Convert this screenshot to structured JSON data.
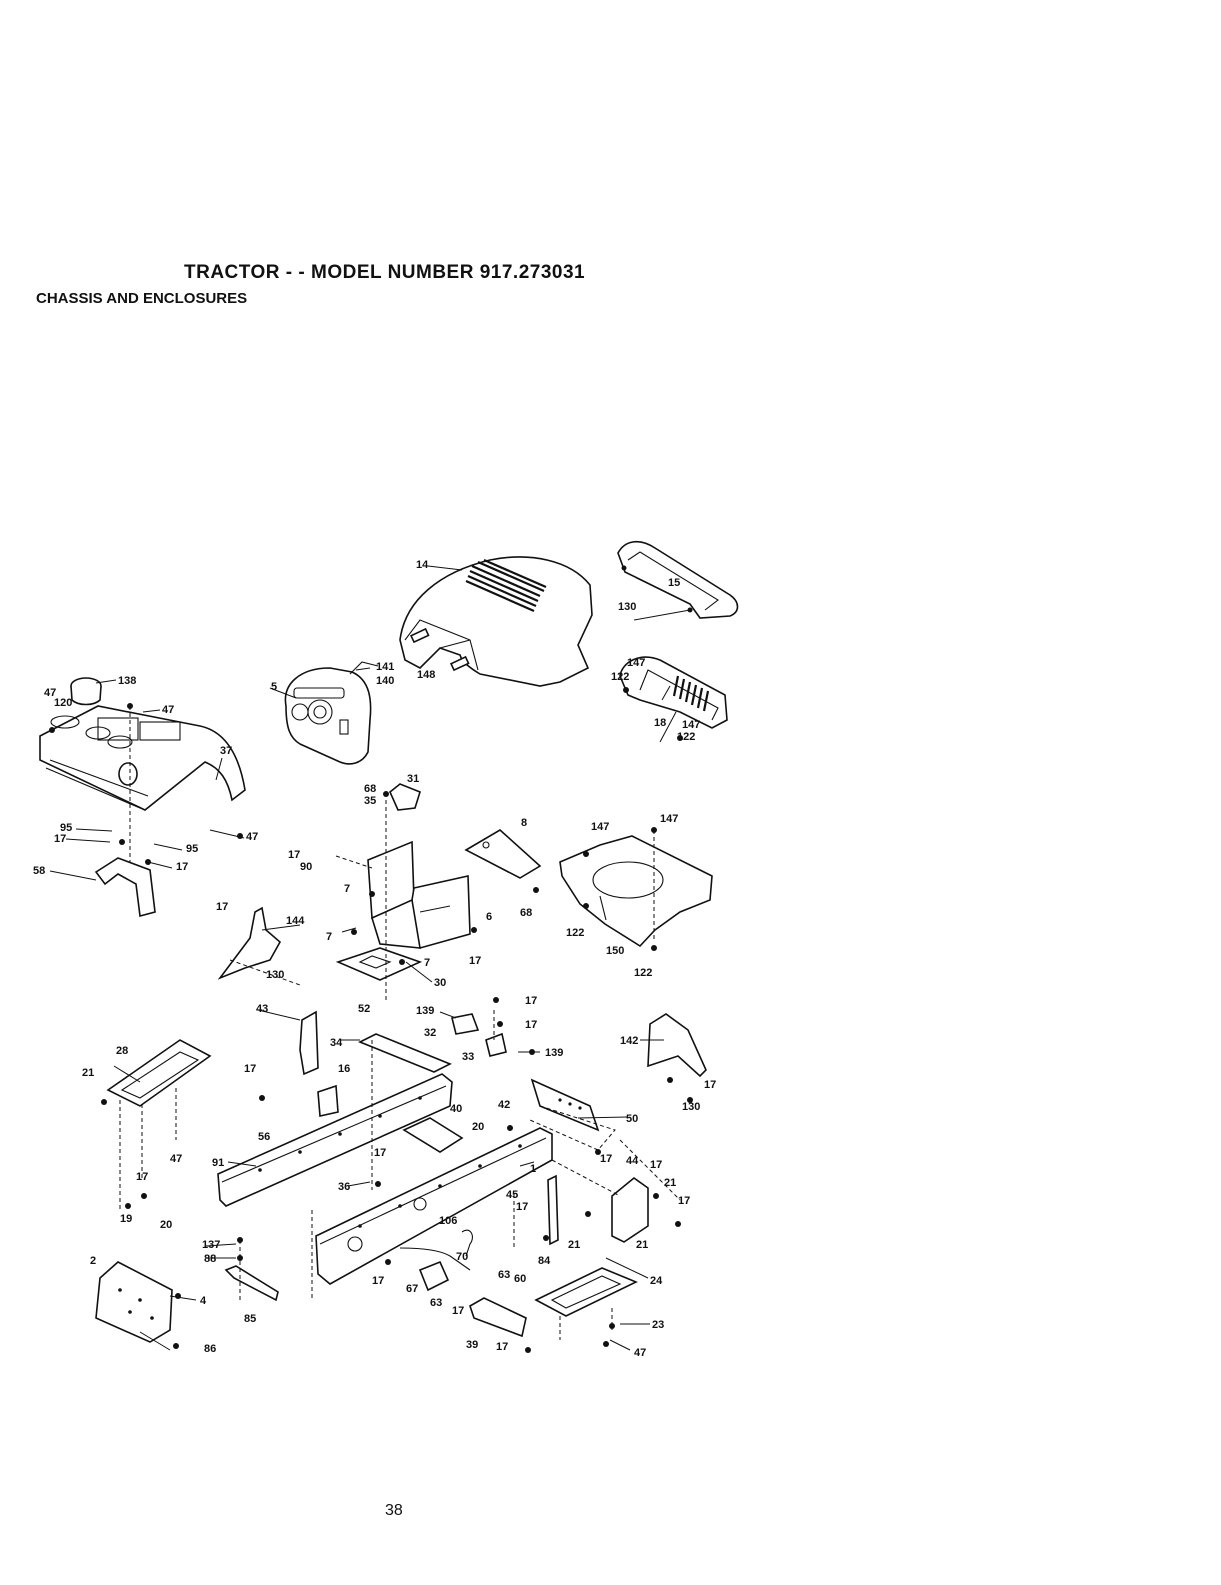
{
  "header": {
    "title": "TRACTOR - - MODEL NUMBER 917.273031",
    "subtitle": "CHASSIS AND ENCLOSURES"
  },
  "callouts": [
    {
      "id": "c14",
      "text": "14"
    },
    {
      "id": "c15",
      "text": "15"
    },
    {
      "id": "c130a",
      "text": "130"
    },
    {
      "id": "c141",
      "text": "141"
    },
    {
      "id": "c140",
      "text": "140"
    },
    {
      "id": "c148",
      "text": "148"
    },
    {
      "id": "c5",
      "text": "5"
    },
    {
      "id": "c138",
      "text": "138"
    },
    {
      "id": "c47a",
      "text": "47"
    },
    {
      "id": "c120",
      "text": "120"
    },
    {
      "id": "c47b",
      "text": "47"
    },
    {
      "id": "c37",
      "text": "37"
    },
    {
      "id": "c47c",
      "text": "47"
    },
    {
      "id": "c147a",
      "text": "147"
    },
    {
      "id": "c122a",
      "text": "122"
    },
    {
      "id": "c18",
      "text": "18"
    },
    {
      "id": "c147b",
      "text": "147"
    },
    {
      "id": "c122b",
      "text": "122"
    },
    {
      "id": "c68a",
      "text": "68"
    },
    {
      "id": "c31",
      "text": "31"
    },
    {
      "id": "c35a",
      "text": "35"
    },
    {
      "id": "c95a",
      "text": "95"
    },
    {
      "id": "c17a",
      "text": "17"
    },
    {
      "id": "c95b",
      "text": "95"
    },
    {
      "id": "c17b",
      "text": "17"
    },
    {
      "id": "c58",
      "text": "58"
    },
    {
      "id": "c8",
      "text": "8"
    },
    {
      "id": "c147c",
      "text": "147"
    },
    {
      "id": "c147d",
      "text": "147"
    },
    {
      "id": "c17c",
      "text": "17"
    },
    {
      "id": "c90",
      "text": "90"
    },
    {
      "id": "c7a",
      "text": "7"
    },
    {
      "id": "c6",
      "text": "6"
    },
    {
      "id": "c68b",
      "text": "68"
    },
    {
      "id": "c122c",
      "text": "122"
    },
    {
      "id": "c150",
      "text": "150"
    },
    {
      "id": "c122d",
      "text": "122"
    },
    {
      "id": "c17d",
      "text": "17"
    },
    {
      "id": "c144",
      "text": "144"
    },
    {
      "id": "c7b",
      "text": "7"
    },
    {
      "id": "c7c",
      "text": "7"
    },
    {
      "id": "c17e",
      "text": "17"
    },
    {
      "id": "c30",
      "text": "30"
    },
    {
      "id": "c130b",
      "text": "130"
    },
    {
      "id": "c43",
      "text": "43"
    },
    {
      "id": "c52",
      "text": "52"
    },
    {
      "id": "c139a",
      "text": "139"
    },
    {
      "id": "c17f",
      "text": "17"
    },
    {
      "id": "c32",
      "text": "32"
    },
    {
      "id": "c17g",
      "text": "17"
    },
    {
      "id": "c34",
      "text": "34"
    },
    {
      "id": "c33",
      "text": "33"
    },
    {
      "id": "c139b",
      "text": "139"
    },
    {
      "id": "c142",
      "text": "142"
    },
    {
      "id": "c28",
      "text": "28"
    },
    {
      "id": "c21a",
      "text": "21"
    },
    {
      "id": "c17h",
      "text": "17"
    },
    {
      "id": "c16",
      "text": "16"
    },
    {
      "id": "c17i",
      "text": "17"
    },
    {
      "id": "c130c",
      "text": "130"
    },
    {
      "id": "c40",
      "text": "40"
    },
    {
      "id": "c42",
      "text": "42"
    },
    {
      "id": "c50",
      "text": "50"
    },
    {
      "id": "c56",
      "text": "56"
    },
    {
      "id": "c20a",
      "text": "20"
    },
    {
      "id": "c47d",
      "text": "47"
    },
    {
      "id": "c17j",
      "text": "17"
    },
    {
      "id": "c91",
      "text": "91"
    },
    {
      "id": "c17k",
      "text": "17"
    },
    {
      "id": "c1",
      "text": "1"
    },
    {
      "id": "c17l",
      "text": "17"
    },
    {
      "id": "c44",
      "text": "44"
    },
    {
      "id": "c17m",
      "text": "17"
    },
    {
      "id": "c21b",
      "text": "21"
    },
    {
      "id": "c36",
      "text": "36"
    },
    {
      "id": "c45",
      "text": "45"
    },
    {
      "id": "c17n",
      "text": "17"
    },
    {
      "id": "c17o",
      "text": "17"
    },
    {
      "id": "c19",
      "text": "19"
    },
    {
      "id": "c20b",
      "text": "20"
    },
    {
      "id": "c106",
      "text": "106"
    },
    {
      "id": "c137",
      "text": "137"
    },
    {
      "id": "c88",
      "text": "88"
    },
    {
      "id": "c70",
      "text": "70"
    },
    {
      "id": "c21c",
      "text": "21"
    },
    {
      "id": "c21d",
      "text": "21"
    },
    {
      "id": "c2",
      "text": "2"
    },
    {
      "id": "c84",
      "text": "84"
    },
    {
      "id": "c63a",
      "text": "63"
    },
    {
      "id": "c60",
      "text": "60"
    },
    {
      "id": "c17p",
      "text": "17"
    },
    {
      "id": "c67",
      "text": "67"
    },
    {
      "id": "c24",
      "text": "24"
    },
    {
      "id": "c4",
      "text": "4"
    },
    {
      "id": "c63b",
      "text": "63"
    },
    {
      "id": "c17q",
      "text": "17"
    },
    {
      "id": "c85",
      "text": "85"
    },
    {
      "id": "c23",
      "text": "23"
    },
    {
      "id": "c86",
      "text": "86"
    },
    {
      "id": "c39",
      "text": "39"
    },
    {
      "id": "c17r",
      "text": "17"
    },
    {
      "id": "c47e",
      "text": "47"
    }
  ],
  "footer": {
    "page_number": "38"
  }
}
